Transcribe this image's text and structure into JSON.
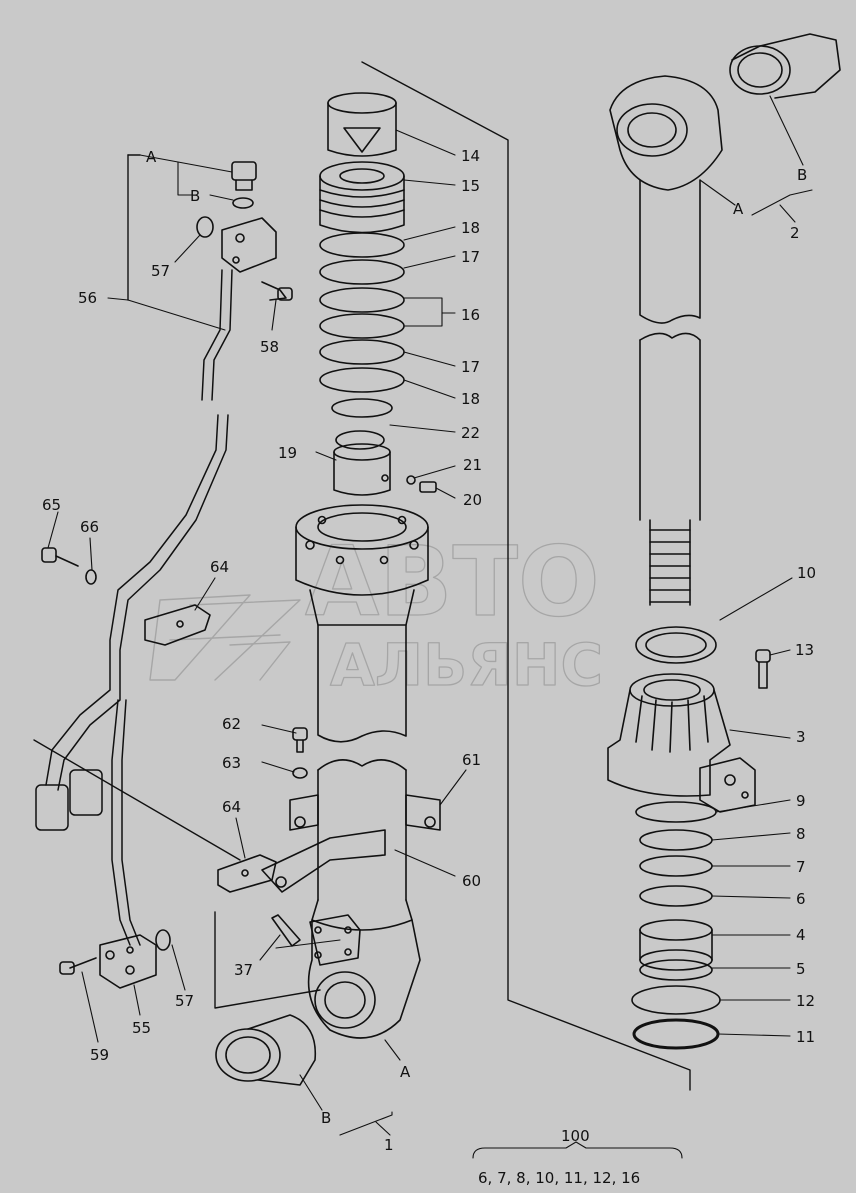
{
  "callouts": {
    "c1": "1",
    "c2": "2",
    "c3": "3",
    "c4": "4",
    "c5": "5",
    "c6": "6",
    "c7": "7",
    "c8": "8",
    "c9": "9",
    "c10": "10",
    "c11": "11",
    "c12": "12",
    "c13": "13",
    "c14": "14",
    "c15": "15",
    "c16": "16",
    "c17a": "17",
    "c17b": "17",
    "c18a": "18",
    "c18b": "18",
    "c19": "19",
    "c20": "20",
    "c21": "21",
    "c22": "22",
    "c37": "37",
    "c55": "55",
    "c56": "56",
    "c57a": "57",
    "c57b": "57",
    "c58": "58",
    "c59": "59",
    "c60": "60",
    "c61": "61",
    "c62": "62",
    "c63": "63",
    "c64a": "64",
    "c64b": "64",
    "c65": "65",
    "c66": "66",
    "a1": "A",
    "b1": "B",
    "a2": "A",
    "b2": "B",
    "a3": "A",
    "b3": "B"
  },
  "kit": {
    "number": "100",
    "contents": "6, 7, 8, 10, 11, 12, 16"
  },
  "watermark": {
    "line1": "АВТО",
    "line2": "АЛЬЯНС"
  },
  "colors": {
    "background": "#c9c9c9",
    "ink": "#111111",
    "watermark": "#8a8a8a"
  }
}
